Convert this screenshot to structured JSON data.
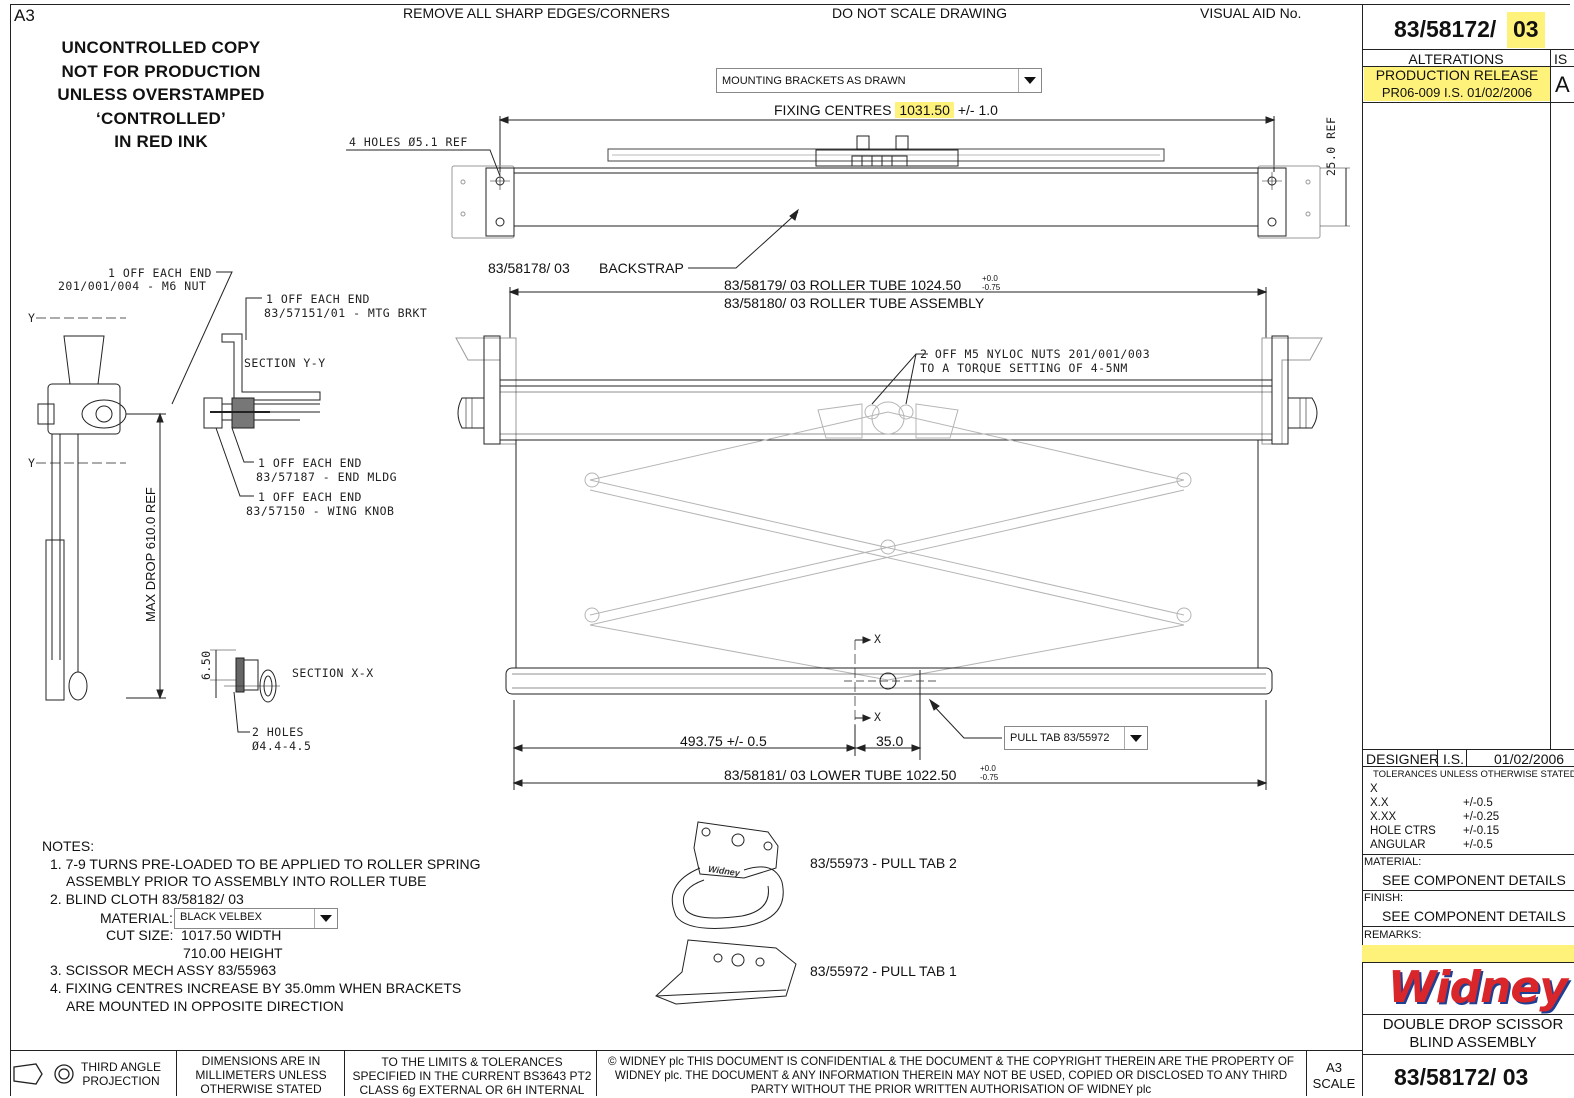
{
  "header": {
    "sheet_size": "A3",
    "edges_note": "REMOVE ALL SHARP EDGES/CORNERS",
    "scale_note": "DO NOT SCALE DRAWING",
    "visual_aid": "VISUAL AID No."
  },
  "warning": {
    "lines": [
      "UNCONTROLLED COPY",
      "NOT FOR PRODUCTION",
      "UNLESS OVERSTAMPED",
      "‘CONTROLLED’",
      "IN RED INK"
    ]
  },
  "drawing": {
    "mounting_select": "MOUNTING BRACKETS AS DRAWN",
    "fixing_prefix": "FIXING CENTRES",
    "fixing_value": "1031.50",
    "fixing_tol": "+/- 1.0",
    "holes_ref": "4 HOLES Ø5.1 REF",
    "ref_25": "25.0 REF",
    "backstrap_part": "83/58178/ 03",
    "backstrap_label": "BACKSTRAP",
    "roller_tube": "83/58179/ 03 ROLLER TUBE  1024.50",
    "roller_tube_tol_up": "+0.0",
    "roller_tube_tol_dn": "-0.75",
    "roller_tube_assy": "83/58180/ 03 ROLLER TUBE ASSEMBLY",
    "nyloc_1": "2 OFF M5 NYLOC NUTS 201/001/003",
    "nyloc_2": "TO A TORQUE SETTING OF 4-5NM",
    "section_x": "X",
    "dim_493": "493.75 +/- 0.5",
    "dim_35": "35.0",
    "pull_tab_select": "PULL TAB 83/55972",
    "lower_tube": "83/58181/ 03 LOWER TUBE    1022.50",
    "lower_tube_tol_up": "+0.0",
    "lower_tube_tol_dn": "-0.75"
  },
  "side_view": {
    "nut_1": "1 OFF EACH END",
    "nut_2": "201/001/004 - M6 NUT",
    "brkt_1": "1 OFF EACH END",
    "brkt_2": "83/57151/01 - MTG BRKT",
    "section_yy": "SECTION  Y-Y",
    "y_mark": "Y",
    "mldg_1": "1 OFF EACH END",
    "mldg_2": "83/57187 - END MLDG",
    "knob_1": "1 OFF EACH END",
    "knob_2": "83/57150 - WING KNOB",
    "max_drop": "MAX DROP 610.0 REF",
    "dim_650": "6.50",
    "section_xx": "SECTION  X-X",
    "holes_1": "2 HOLES",
    "holes_2": "Ø4.4-4.5"
  },
  "pull_tabs": {
    "tab2": "83/55973 - PULL TAB 2",
    "tab1": "83/55972 - PULL TAB 1",
    "logo_emboss": "Widney"
  },
  "notes": {
    "heading": "NOTES:",
    "n1a": "1. 7-9 TURNS PRE-LOADED TO BE APPLIED TO ROLLER SPRING",
    "n1b": "ASSEMBLY PRIOR TO ASSEMBLY INTO ROLLER TUBE",
    "n2": "2. BLIND CLOTH 83/58182/  03",
    "material_label": "MATERIAL:",
    "material_value": "BLACK VELBEX",
    "cut_label": "CUT SIZE:",
    "cut_width": "1017.50 WIDTH",
    "cut_height": "710.00  HEIGHT",
    "n3": "3. SCISSOR MECH ASSY     83/55963",
    "n4a": "4. FIXING CENTRES INCREASE BY 35.0mm WHEN BRACKETS",
    "n4b": "ARE MOUNTED IN OPPOSITE DIRECTION"
  },
  "bottom_strip": {
    "projection": "THIRD ANGLE PROJECTION",
    "dims_note": "DIMENSIONS ARE IN MILLIMETERS UNLESS OTHERWISE STATED",
    "limits_note": "TO THE LIMITS & TOLERANCES SPECIFIED IN THE CURRENT BS3643 PT2 CLASS 6g EXTERNAL OR 6H INTERNAL",
    "copyright": "© WIDNEY plc THIS DOCUMENT IS CONFIDENTIAL & THE DOCUMENT & THE COPYRIGHT THEREIN ARE THE PROPERTY OF WIDNEY plc. THE DOCUMENT & ANY INFORMATION THEREIN MAY NOT BE USED, COPIED OR DISCLOSED TO ANY THIRD PARTY WITHOUT THE PRIOR WRITTEN AUTHORISATION OF WIDNEY plc",
    "scale_size": "A3",
    "scale_label": "SCALE"
  },
  "title_block": {
    "drawing_no": "83/58172/",
    "issue": "03",
    "alterations": "ALTERATIONS",
    "is_col": "IS",
    "release": "PRODUCTION RELEASE",
    "release_ref": "PR06-009   I.S.   01/02/2006",
    "issue_letter": "A",
    "designer_label": "DESIGNER",
    "designer": "I.S.",
    "designer_date": "01/02/2006",
    "tol_heading": "TOLERANCES UNLESS OTHERWISE STATED",
    "tol_rows": [
      {
        "k": "X",
        "v": ""
      },
      {
        "k": "X.X",
        "v": "+/-0.5"
      },
      {
        "k": "X.XX",
        "v": "+/-0.25"
      },
      {
        "k": "HOLE CTRS",
        "v": "+/-0.15"
      },
      {
        "k": "ANGULAR",
        "v": "+/-0.5"
      }
    ],
    "material_label": "MATERIAL:",
    "material": "SEE COMPONENT DETAILS",
    "finish_label": "FINISH:",
    "finish": "SEE COMPONENT DETAILS",
    "remarks_label": "REMARKS:",
    "logo": "Widney",
    "title_1": "DOUBLE DROP SCISSOR",
    "title_2": "BLIND ASSEMBLY",
    "drawing_no_bottom": "83/58172/ 03"
  },
  "colors": {
    "highlight": "#fff27a",
    "logo_red": "#d9262b",
    "logo_blue": "#1f3f94"
  }
}
